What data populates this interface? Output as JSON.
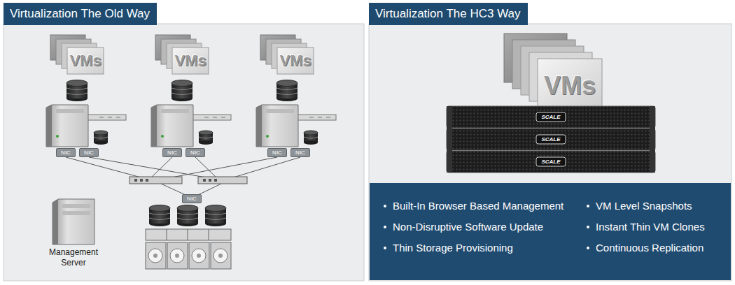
{
  "diagram": {
    "nodes": [
      {
        "text": [
          "Virtualization The Old Way"
        ]
      },
      {
        "text": [
          "VMs"
        ],
        "in": 0
      },
      {
        "text": [
          "VMs"
        ],
        "in": 0
      },
      {
        "text": [
          "VMs"
        ],
        "in": 0
      },
      {
        "text": [
          "NIC"
        ],
        "in": 0
      },
      {
        "text": [
          "NIC"
        ],
        "in": 0
      },
      {
        "text": [
          "NIC"
        ],
        "in": 0
      },
      {
        "text": [
          "NIC"
        ],
        "in": 0
      },
      {
        "text": [
          "NIC"
        ],
        "in": 0
      },
      {
        "text": [
          "NIC"
        ],
        "in": 0
      },
      {
        "text": [
          "NIC"
        ],
        "in": 0
      },
      {
        "text": [
          "Virtualization The HC3 Way"
        ]
      },
      {
        "text": [
          "VMs"
        ],
        "in": 11
      },
      {
        "text": [
          "Built-In Browser Based Management",
          "VM Level Snapshots",
          "Non-Disruptive Software Update",
          "Instant Thin VM Clones",
          "Thin Storage Provisioning",
          "Continuous Replication"
        ],
        "in": 11
      }
    ],
    "labels": [
      "Management Server",
      "SCALE",
      "SCALE",
      "SCALE"
    ]
  }
}
